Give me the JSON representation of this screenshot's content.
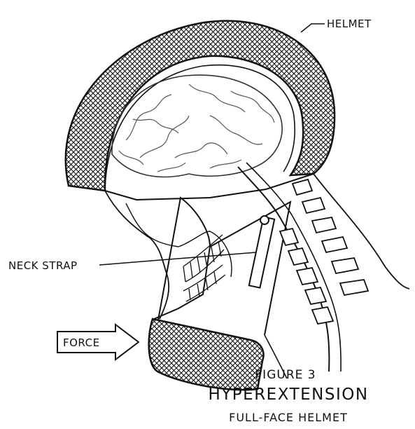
{
  "labels": {
    "helmet": "HELMET",
    "neck_strap": "NECK STRAP",
    "force": "FORCE"
  },
  "caption": {
    "figure": "FIGURE 3",
    "title": "HYPEREXTENSION",
    "subtitle": "FULL-FACE HELMET"
  },
  "colors": {
    "line": "#111111",
    "background": "#ffffff"
  }
}
